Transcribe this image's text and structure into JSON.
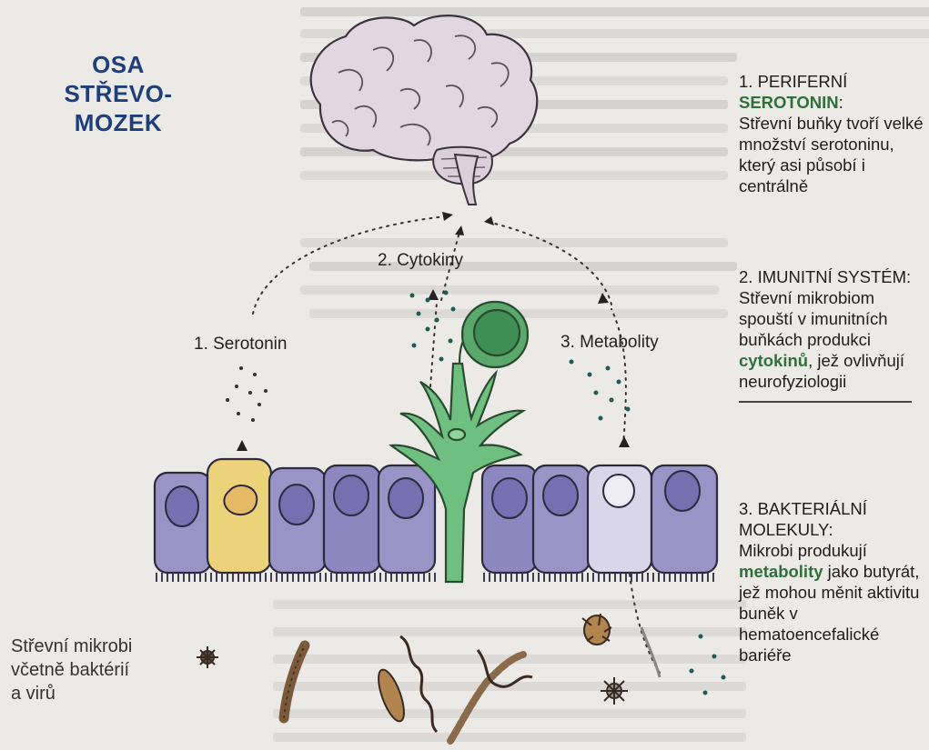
{
  "title": {
    "line1": "OSA",
    "line2": "STŘEVO-MOZEK"
  },
  "labels": {
    "serotonin": "1. Serotonin",
    "cytokiny": "2. Cytokiny",
    "metabolity": "3. Metabolity"
  },
  "microbes_label": {
    "line1": "Střevní mikrobi",
    "line2": "včetně baktérií",
    "line3": "a virů"
  },
  "side": {
    "s1": {
      "head": "1. PERIFERNÍ",
      "term": "SEROTONIN",
      "after": ":",
      "body": "Střevní buňky tvoří velké množství serotoninu, který asi působí i centrálně"
    },
    "s2": {
      "head": "2. IMUNITNÍ SYSTÉM:",
      "body1": "Střevní mikrobiom spouští v imunitních buňkách produkci",
      "term": "cytokinů",
      "body2": ", jež ovlivňují neurofyziologii"
    },
    "s3": {
      "head": "3. BAKTERIÁLNÍ MOLEKULY:",
      "body1": "Mikrobi produkují",
      "term": "metabolity",
      "body2": " jako butyrát, jež mohou měnit aktivitu buněk v hematoencefalické bariéře"
    }
  },
  "colors": {
    "title": "#1e3f7a",
    "highlight": "#2f6f3a",
    "cell": "#8e86be",
    "serotonin_cell": "#e9cf72",
    "immune_cell": "#5fae71",
    "brain": "#d9cdd8"
  }
}
